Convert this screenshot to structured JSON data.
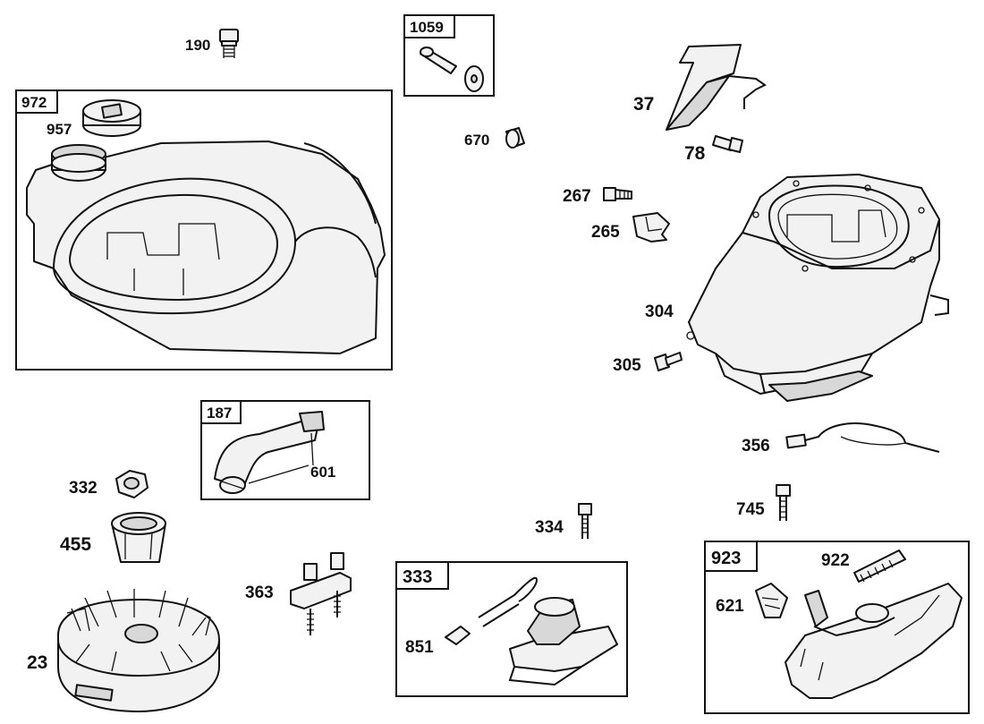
{
  "diagram": {
    "groups": {
      "g972": "972",
      "g1059": "1059",
      "g187": "187",
      "g333": "333",
      "g923": "923"
    },
    "parts": {
      "p190": "190",
      "p957": "957",
      "p670": "670",
      "p37": "37",
      "p78": "78",
      "p267": "267",
      "p265": "265",
      "p304": "304",
      "p305": "305",
      "p601": "601",
      "p356": "356",
      "p332": "332",
      "p455": "455",
      "p23": "23",
      "p363": "363",
      "p334": "334",
      "p851": "851",
      "p745": "745",
      "p922": "922",
      "p621": "621"
    }
  }
}
